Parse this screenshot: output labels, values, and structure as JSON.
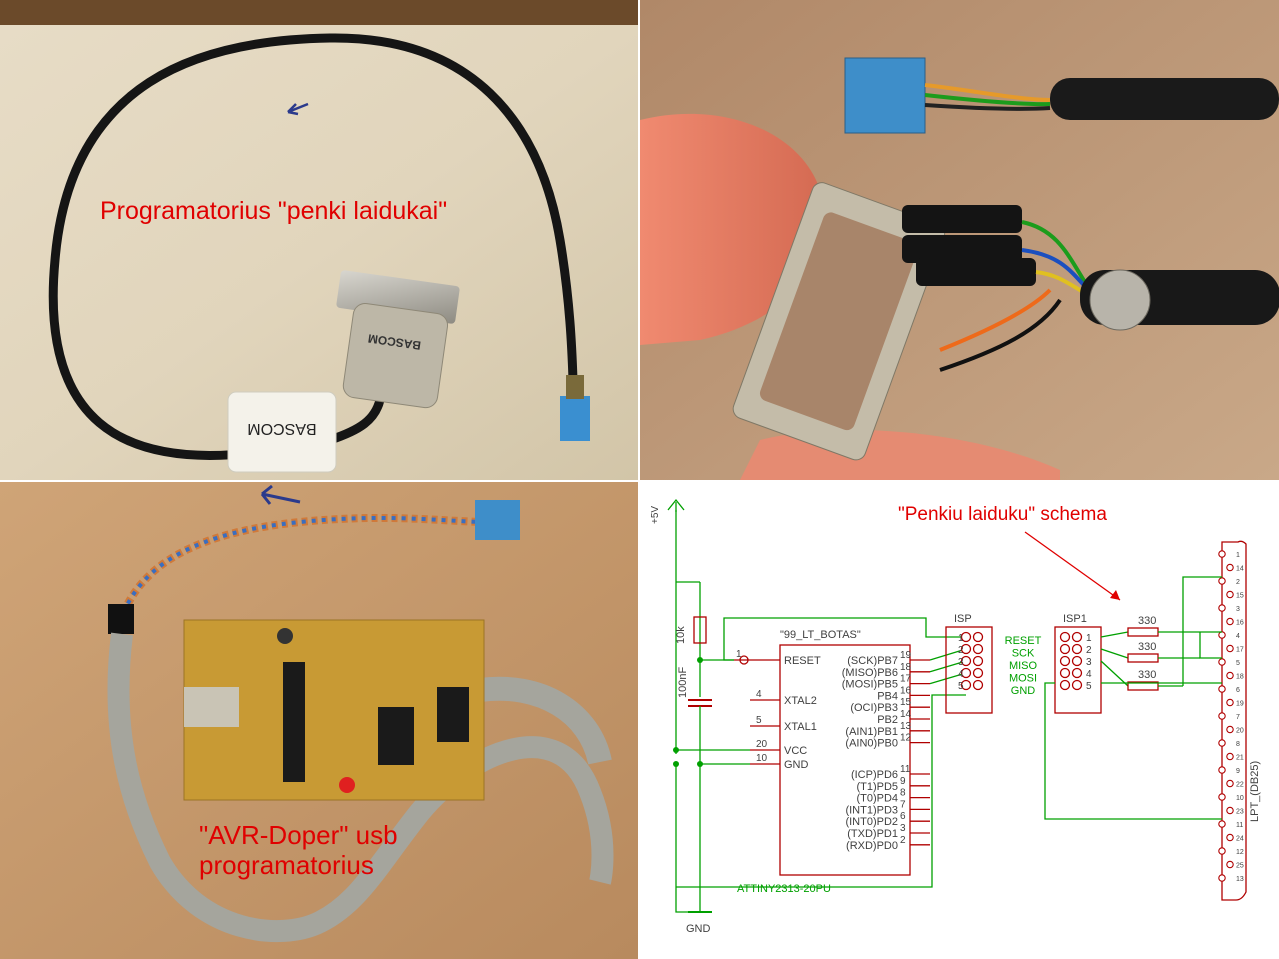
{
  "photo1": {
    "caption": "Programatorius \"penki laidukai\"",
    "label_tag": "BASCOM",
    "label_connector": "BASCOM"
  },
  "photo3": {
    "caption_line1": "\"AVR-Doper\" usb",
    "caption_line2": "programatorius"
  },
  "schematic": {
    "title": "\"Penkiu laiduku\" schema",
    "supply": "+5V",
    "ground": "GND",
    "r_pullup": "10k",
    "c_decouple": "100nF",
    "chip_name": "\"99_LT_BOTAS\"",
    "chip_part": "ATTINY2313-20PU",
    "isp_label": "ISP",
    "isp1_label": "ISP1",
    "lpt_label": "LPT_(DB25)",
    "resistor_value": "330",
    "signals": [
      "RESET",
      "SCK",
      "MISO",
      "MOSI",
      "GND"
    ],
    "isp_pins": [
      "1",
      "2",
      "3",
      "4",
      "5"
    ],
    "left_pins": [
      {
        "num": "1",
        "name": "RESET"
      },
      {
        "num": "4",
        "name": "XTAL2"
      },
      {
        "num": "5",
        "name": "XTAL1"
      },
      {
        "num": "20",
        "name": "VCC"
      },
      {
        "num": "10",
        "name": "GND"
      }
    ],
    "right_pins_b": [
      {
        "num": "19",
        "name": "(SCK)PB7"
      },
      {
        "num": "18",
        "name": "(MISO)PB6"
      },
      {
        "num": "17",
        "name": "(MOSI)PB5"
      },
      {
        "num": "16",
        "name": "PB4"
      },
      {
        "num": "15",
        "name": "(OCI)PB3"
      },
      {
        "num": "14",
        "name": "PB2"
      },
      {
        "num": "13",
        "name": "(AIN1)PB1"
      },
      {
        "num": "12",
        "name": "(AIN0)PB0"
      }
    ],
    "right_pins_d": [
      {
        "num": "11",
        "name": "(ICP)PD6"
      },
      {
        "num": "9",
        "name": "(T1)PD5"
      },
      {
        "num": "8",
        "name": "(T0)PD4"
      },
      {
        "num": "7",
        "name": "(INT1)PD3"
      },
      {
        "num": "6",
        "name": "(INT0)PD2"
      },
      {
        "num": "3",
        "name": "(TXD)PD1"
      },
      {
        "num": "2",
        "name": "(RXD)PD0"
      }
    ],
    "db25_pins": [
      "1",
      "14",
      "2",
      "15",
      "3",
      "16",
      "4",
      "17",
      "5",
      "18",
      "6",
      "19",
      "7",
      "20",
      "8",
      "21",
      "9",
      "22",
      "10",
      "23",
      "11",
      "24",
      "12",
      "25",
      "13"
    ]
  },
  "colors": {
    "caption": "#e00000",
    "wire": "#00a000",
    "part": "#b00000",
    "text": "#404040"
  }
}
